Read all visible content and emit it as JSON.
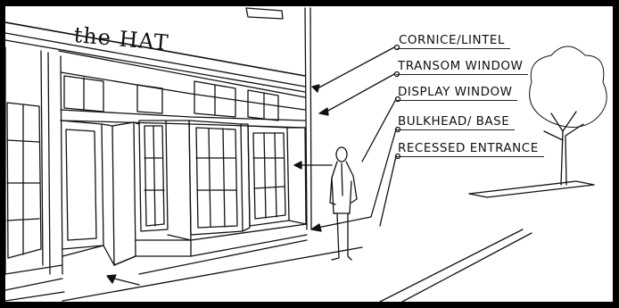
{
  "sign": {
    "text": "the HAT"
  },
  "labels": {
    "cornice": "CORNICE/LINTEL",
    "transom": "TRANSOM WINDOW",
    "display": "DISPLAY WINDOW",
    "bulkhead": "BULKHEAD/ BASE",
    "recessed": "RECESSED ENTRANCE"
  },
  "colors": {
    "frame": "#000000",
    "paper": "#ffffff",
    "ink": "#111111"
  }
}
